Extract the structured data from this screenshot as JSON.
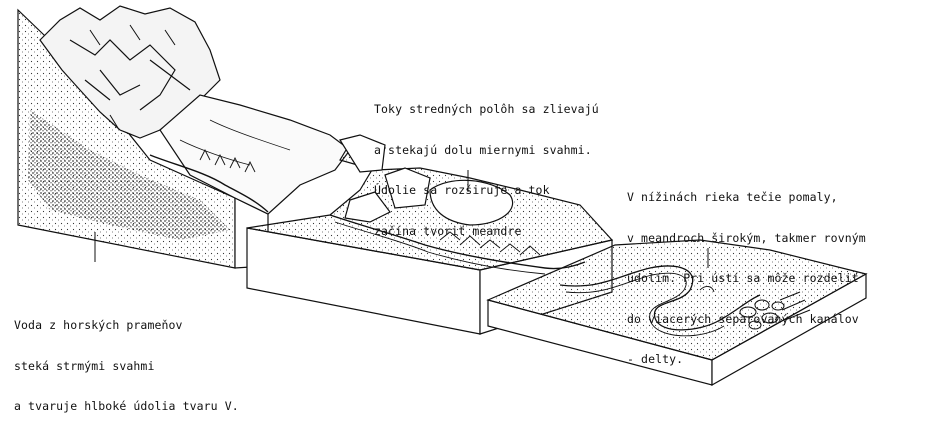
{
  "captions": {
    "source": {
      "lines": [
        "Voda z horských prameňov",
        "steká strmými svahmi",
        "a tvaruje hlboké údolia tvaru V."
      ]
    },
    "middle": {
      "lines": [
        "Toky stredných polôh sa zlievajú",
        "a stekajú dolu miernymi svahmi.",
        "Údolie sa rozširuje a tok",
        "začína tvoriť meandre"
      ]
    },
    "lowland": {
      "lines": [
        "V nížinách rieka tečie pomaly,",
        "v meandroch širokým, takmer rovným",
        "údolím. Pri ústí sa môže rozdeliť",
        "do viacerých separovaných kanálov",
        "- delty."
      ]
    }
  },
  "colors": {
    "ink": "#111111",
    "paper": "#ffffff",
    "stipple": "#2a2a2a"
  }
}
